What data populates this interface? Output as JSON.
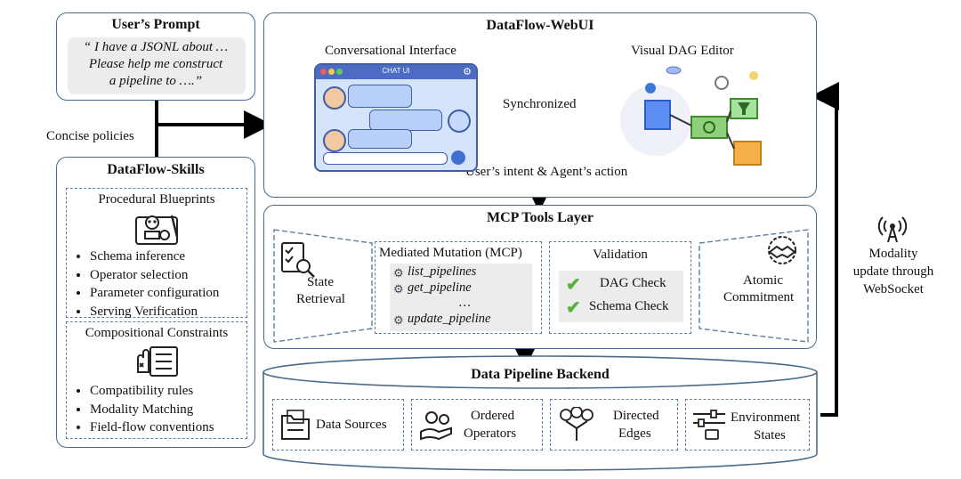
{
  "prompt": {
    "title": "User’s Prompt",
    "line1": "“ I have a JSONL about …",
    "line2": "Please help me construct",
    "line3": "a pipeline to ….”"
  },
  "concise_label": "Concise policies",
  "skills": {
    "title": "DataFlow-Skills",
    "blueprints_title": "Procedural Blueprints",
    "blueprints": [
      "Schema inference",
      "Operator selection",
      "Parameter configuration",
      "Serving Verification"
    ],
    "constraints_title": "Compositional Constraints",
    "constraints": [
      "Compatibility rules",
      "Modality Matching",
      "Field-flow conventions"
    ]
  },
  "webui": {
    "title": "DataFlow-WebUI",
    "chat_label": "Conversational Interface",
    "chat_ui_text": "CHAT UI",
    "sync_label": "Synchronized",
    "dag_label": "Visual DAG Editor",
    "intent_label": "User’s intent & Agent’s action"
  },
  "mcp": {
    "title": "MCP Tools Layer",
    "state_retrieval": [
      "State",
      "Retrieval"
    ],
    "mutation_title": "Mediated Mutation (MCP)",
    "tools": [
      "list_pipelines",
      "get_pipeline",
      "…",
      "update_pipeline"
    ],
    "validation_title": "Validation",
    "checks": [
      "DAG Check",
      "Schema Check"
    ],
    "commitment": [
      "Atomic",
      "Commitment"
    ]
  },
  "backend": {
    "title": "Data Pipeline Backend",
    "items": [
      {
        "label1": "Data Sources",
        "label2": ""
      },
      {
        "label1": "Ordered",
        "label2": "Operators"
      },
      {
        "label1": "Directed",
        "label2": "Edges"
      },
      {
        "label1": "Environment",
        "label2": "States"
      }
    ]
  },
  "websocket": [
    "Modality",
    "update through",
    "WebSocket"
  ],
  "colors": {
    "border": "#4a6a8a",
    "dash": "#5b7fa6",
    "check": "#5ab03c",
    "accent": "#3a78d8"
  }
}
